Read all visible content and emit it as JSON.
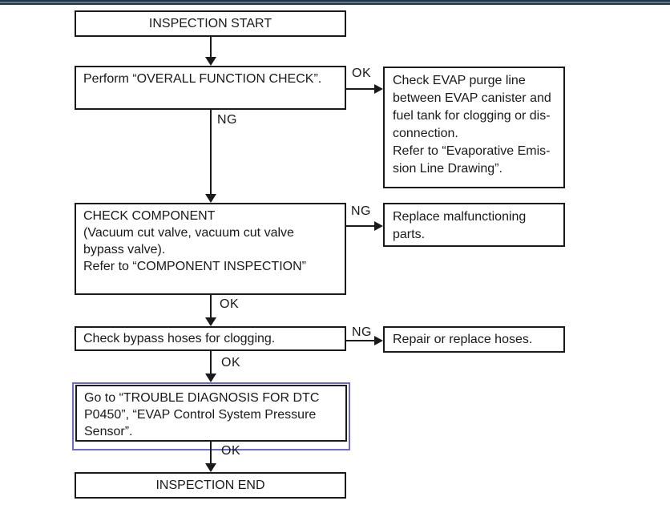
{
  "colors": {
    "ink": "#1a1a1a",
    "paper": "#ffffff",
    "highlight_border": "#6a6ad2",
    "top_bar_dark": "#233441",
    "top_bar_light": "#5b7a94"
  },
  "flow": {
    "start": {
      "label": "INSPECTION START"
    },
    "overall_check": {
      "lines": [
        "Perform “OVERALL FUNCTION CHECK”."
      ]
    },
    "check_component": {
      "lines": [
        "CHECK COMPONENT",
        "(Vacuum cut valve, vacuum cut valve",
        "bypass valve).",
        "Refer to “COMPONENT INSPECTION”"
      ]
    },
    "bypass_hoses": {
      "lines": [
        "Check bypass hoses for clogging."
      ]
    },
    "goto_dtc": {
      "lines": [
        "Go to “TROUBLE DIAGNOSIS FOR DTC",
        "P0450”, “EVAP Control System Pressure",
        "Sensor”."
      ]
    },
    "end": {
      "label": "INSPECTION END"
    },
    "evap_purge": {
      "lines": [
        "Check EVAP purge line",
        "between EVAP canister and",
        "fuel tank for clogging or dis-",
        "connection.",
        "Refer to “Evaporative Emis-",
        "sion Line Drawing”."
      ]
    },
    "replace_parts": {
      "lines": [
        "Replace malfunctioning",
        "parts."
      ]
    },
    "repair_hoses": {
      "lines": [
        "Repair or replace hoses."
      ]
    },
    "edge_labels": {
      "ok_overall": "OK",
      "ng_overall": "NG",
      "ng_component": "NG",
      "ok_component": "OK",
      "ng_hoses": "NG",
      "ok_hoses": "OK",
      "ok_goto": "OK"
    }
  }
}
